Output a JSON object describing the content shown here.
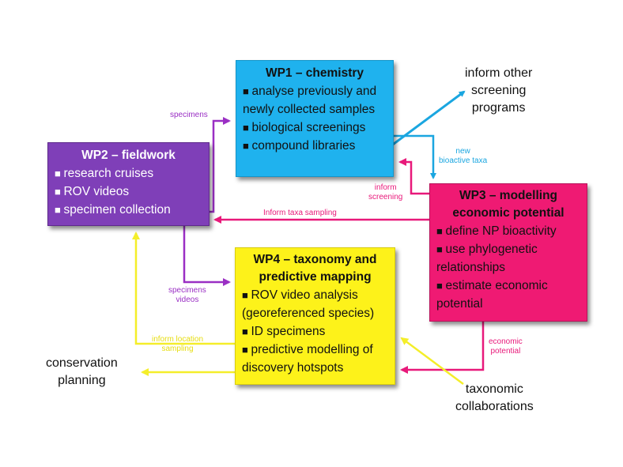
{
  "colors": {
    "wp1": "#1fb2ee",
    "wp2": "#7f3fb8",
    "wp3": "#ef1a73",
    "wp4": "#fdf21a",
    "arrow_blue": "#1aa6e0",
    "arrow_purple": "#9a2fc4",
    "arrow_pink": "#e8197a",
    "arrow_yellow": "#f4ee2a"
  },
  "boxes": {
    "wp1": {
      "title": "WP1 – chemistry",
      "items": [
        "analyse previously and newly collected samples",
        "biological screenings",
        "compound libraries"
      ]
    },
    "wp2": {
      "title": "WP2 – fieldwork",
      "items": [
        "research cruises",
        "ROV videos",
        "specimen collection"
      ]
    },
    "wp3": {
      "title_line1": "WP3 – modelling",
      "title_line2": "economic potential",
      "items": [
        "define NP bioactivity",
        "use phylogenetic relationships",
        "estimate economic potential"
      ]
    },
    "wp4": {
      "title_line1": "WP4 – taxonomy and",
      "title_line2": "predictive mapping",
      "items": [
        "ROV video analysis (georeferenced species)",
        "ID specimens",
        "predictive modelling of discovery hotspots"
      ]
    }
  },
  "external": {
    "inform_other": [
      "inform other",
      "screening",
      "programs"
    ],
    "conservation": [
      "conservation",
      "planning"
    ],
    "taxonomic": [
      "taxonomic",
      "collaborations"
    ]
  },
  "labels": {
    "specimens": "specimens",
    "new_bioactive": [
      "new",
      "bioactive taxa"
    ],
    "inform_screening": [
      "inform",
      "screening"
    ],
    "inform_taxa": "Inform taxa sampling",
    "specimens_videos": [
      "specimens",
      "videos"
    ],
    "inform_location": [
      "inform  location",
      "sampling"
    ],
    "economic_potential": [
      "economic",
      "potential"
    ]
  }
}
